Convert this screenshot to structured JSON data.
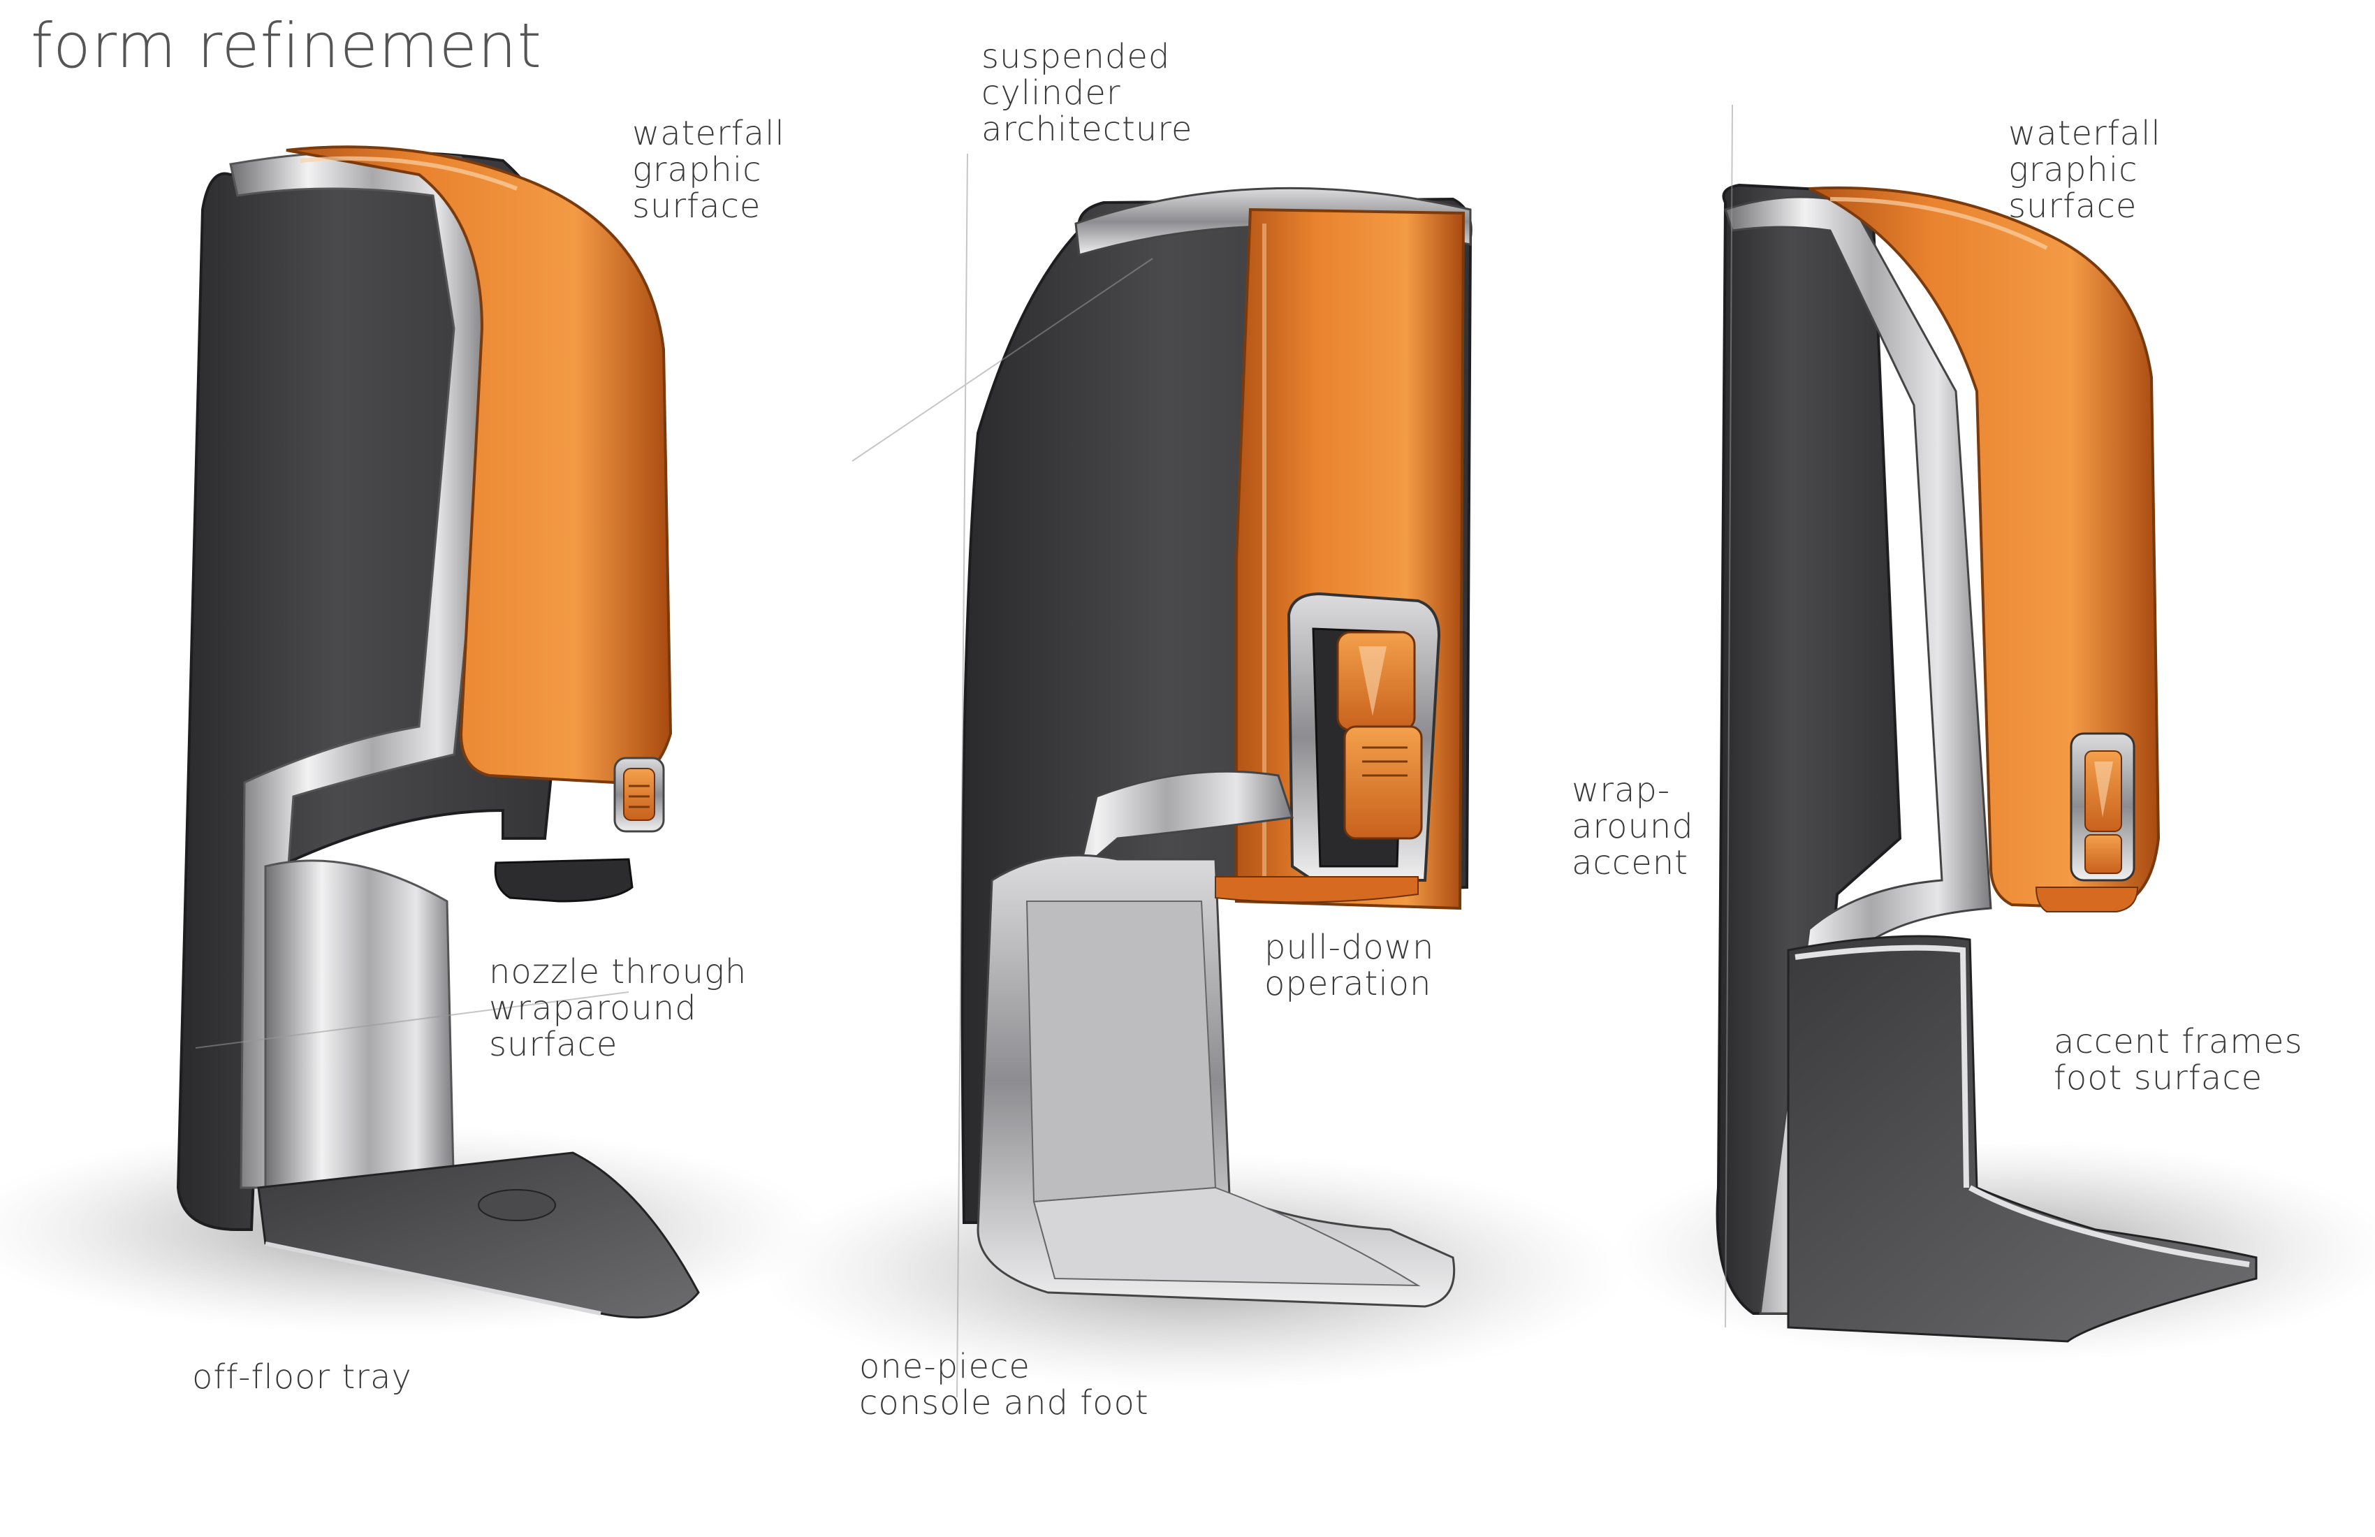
{
  "sheet": {
    "title": "form refinement",
    "accent_color": "#e27a2e",
    "body_color": "#3d3d3f",
    "chrome_color": "#c9c9cb"
  },
  "concepts": [
    {
      "labels": {
        "top": [
          "waterfall",
          "graphic",
          "surface"
        ],
        "middle": [
          "nozzle through",
          "wraparound",
          "surface"
        ],
        "bottom": [
          "off-floor tray"
        ]
      }
    },
    {
      "labels": {
        "top": [
          "suspended",
          "cylinder",
          "architecture"
        ],
        "middle": [
          "pull-down",
          "operation"
        ],
        "bottom": [
          "one-piece",
          "console and foot"
        ]
      }
    },
    {
      "labels": {
        "top": [
          "waterfall",
          "graphic",
          "surface"
        ],
        "left": [
          "wrap-",
          "around",
          "accent"
        ],
        "middle": [
          "accent frames",
          "foot surface"
        ]
      }
    }
  ]
}
